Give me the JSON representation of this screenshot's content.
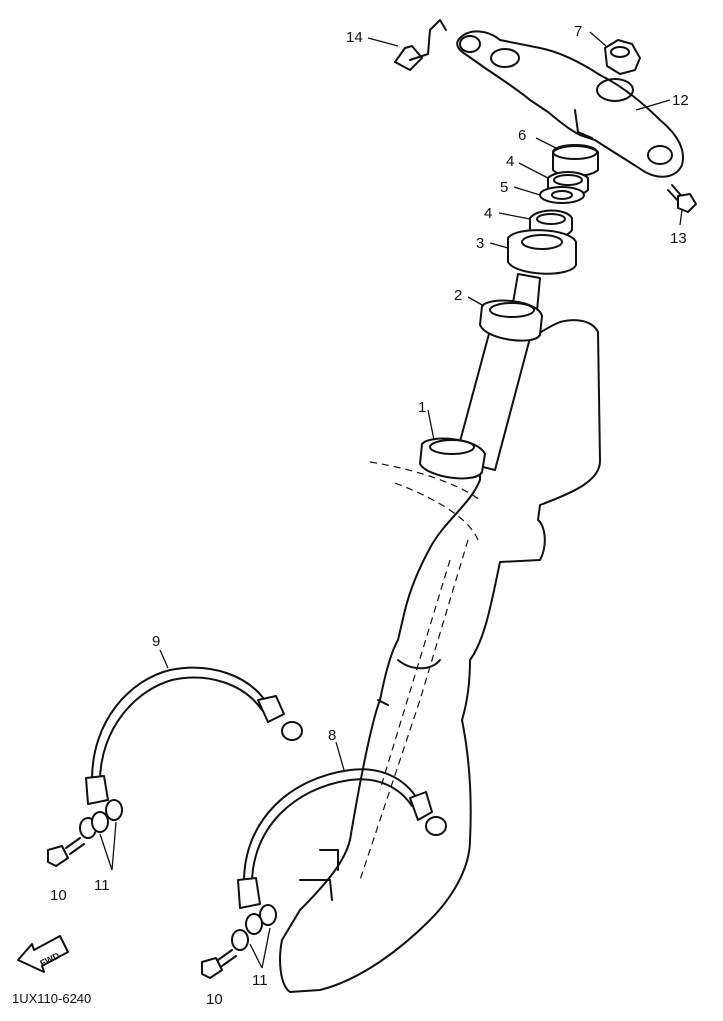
{
  "labels": {
    "p1": "1",
    "p2": "2",
    "p3": "3",
    "p4a": "4",
    "p4b": "4",
    "p5": "5",
    "p6": "6",
    "p7": "7",
    "p8": "8",
    "p9": "9",
    "p10a": "10",
    "p10b": "10",
    "p11a": "11",
    "p11b": "11",
    "p12": "12",
    "p13": "13",
    "p14": "14"
  },
  "fwd": "FWD",
  "diagram_code": "1UX110-6240"
}
